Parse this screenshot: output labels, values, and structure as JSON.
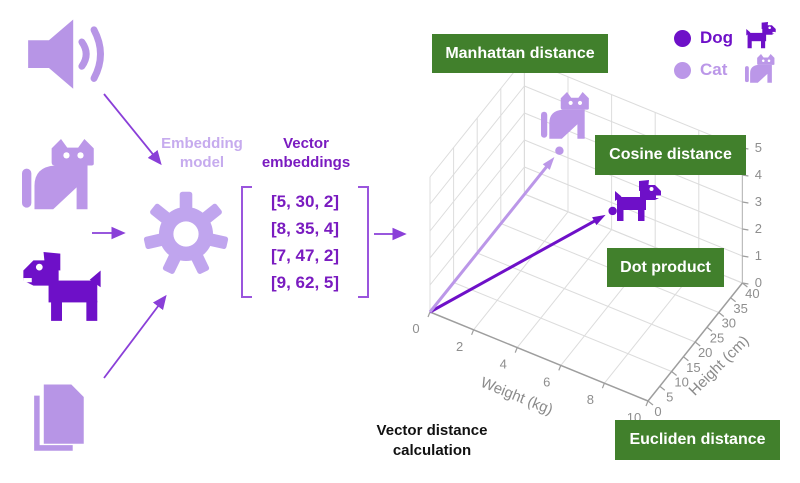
{
  "left_panel": {
    "embedding_model_label": "Embedding model",
    "vector_embeddings_label": "Vector embeddings",
    "matrix_rows": [
      "[5, 30, 2]",
      "[8, 35, 4]",
      "[7, 47, 2]",
      "[9, 62, 5]"
    ]
  },
  "caption": "Vector distance calculation",
  "distance_labels": {
    "manhattan": "Manhattan distance",
    "cosine": "Cosine distance",
    "dot": "Dot product",
    "euclidean": "Eucliden distance"
  },
  "legend": {
    "items": [
      {
        "label": "Dog",
        "color": "#6e10c8"
      },
      {
        "label": "Cat",
        "color": "#bb97e8"
      }
    ]
  },
  "palette": {
    "purple_dark": "#6e10c8",
    "purple_light": "#b795e6",
    "purple_text": "#7a1bc0",
    "arrow_purple": "#8a3fd8",
    "label_green": "#41802c"
  },
  "chart_data": {
    "type": "scatter",
    "projection": "3d",
    "xlabel": "Weight (kg)",
    "ylabel": "Height (cm)",
    "zlabel": "",
    "x_ticks": [
      0,
      2,
      4,
      6,
      8,
      10
    ],
    "y_ticks": [
      0,
      5,
      10,
      15,
      20,
      25,
      30,
      35,
      40
    ],
    "z_ticks": [
      0,
      1,
      2,
      3,
      4,
      5
    ],
    "xlim": [
      0,
      10
    ],
    "ylim": [
      0,
      40
    ],
    "zlim": [
      0,
      5
    ],
    "grid": true,
    "vectors_from_origin": true,
    "points": [
      {
        "label": "Dog",
        "x": 6,
        "y": 19,
        "z": 3.5,
        "color": "#6e10c8"
      },
      {
        "label": "Cat",
        "x": 3,
        "y": 25,
        "z": 4,
        "color": "#bb97e8"
      }
    ]
  }
}
